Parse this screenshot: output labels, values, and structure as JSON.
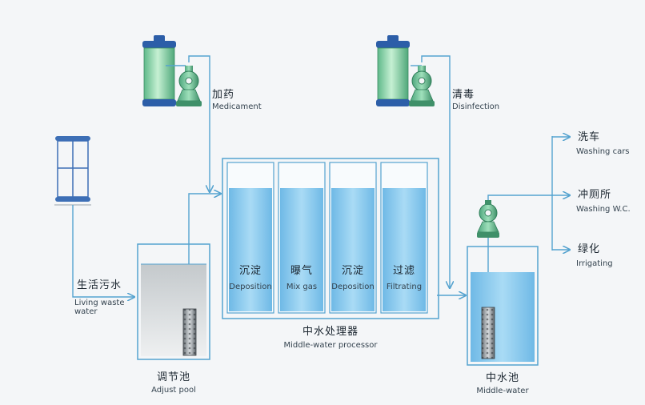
{
  "labels": {
    "medicament_zh": "加药",
    "medicament_en": "Medicament",
    "disinfection_zh": "清毒",
    "disinfection_en": "Disinfection",
    "living_zh": "生活污水",
    "living_en_1": "Living waste",
    "living_en_2": "water",
    "adjust_zh": "调节池",
    "adjust_en": "Adjust pool",
    "processor_zh": "中水处理器",
    "processor_en": "Middle-water processor",
    "middle_zh": "中水池",
    "middle_en": "Middle-water"
  },
  "stages": [
    {
      "zh": "沉淀",
      "en": "Deposition"
    },
    {
      "zh": "曝气",
      "en": "Mix gas"
    },
    {
      "zh": "沉淀",
      "en": "Deposition"
    },
    {
      "zh": "过滤",
      "en": "Filtrating"
    }
  ],
  "outputs": [
    {
      "zh": "洗车",
      "en": "Washing cars"
    },
    {
      "zh": "冲厕所",
      "en": "Washing W.C."
    },
    {
      "zh": "绿化",
      "en": "Irrigating"
    }
  ],
  "colors": {
    "pipe": "#55a3cf",
    "water": "#8ccbee",
    "tank_green": "#8fd8a4",
    "tank_top": "#2c5ea8"
  }
}
